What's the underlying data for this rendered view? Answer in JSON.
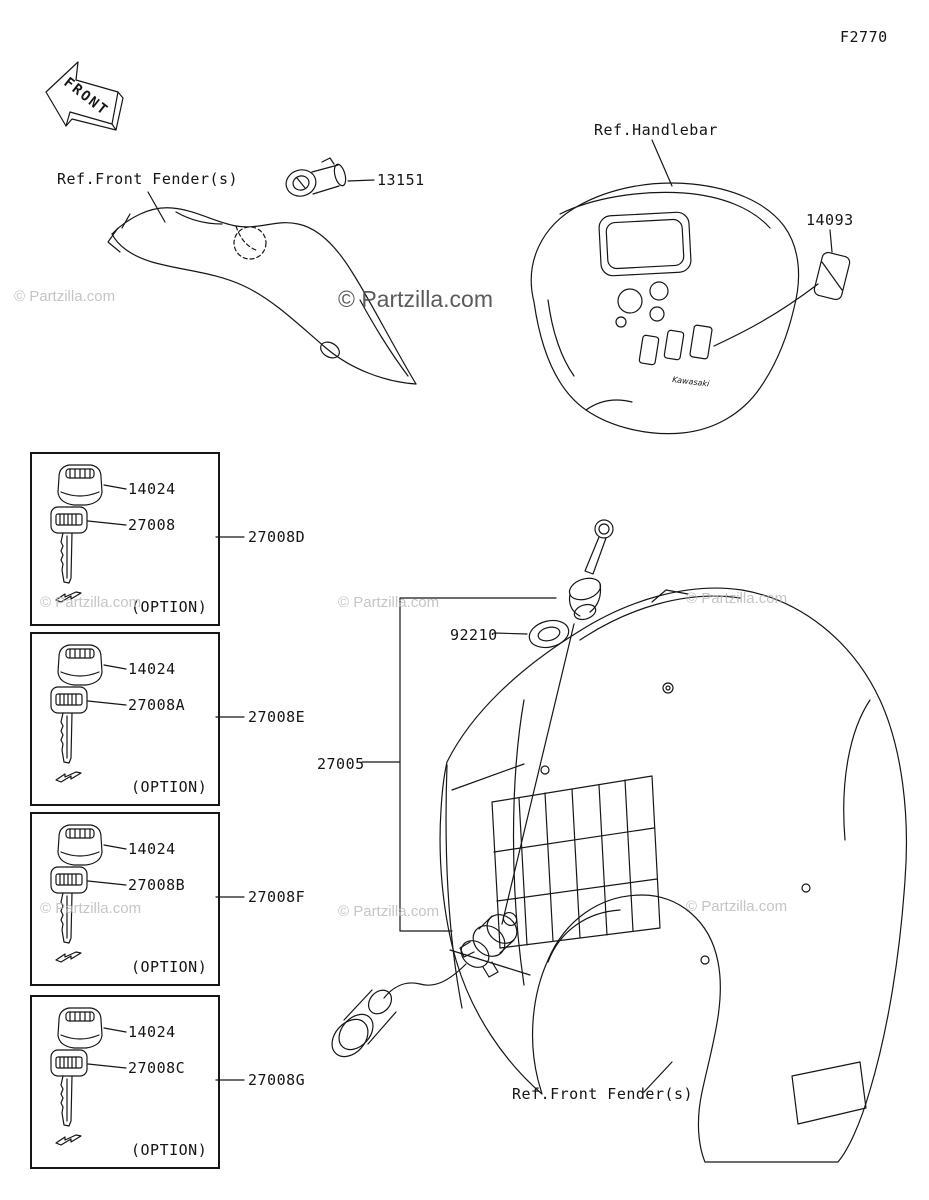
{
  "page": {
    "figure_code": "F2770",
    "watermark": "© Partzilla.com",
    "front_arrow_label": "FRONT",
    "kawasaki_logo": "Kawasaki"
  },
  "refs": {
    "front_fender_top": "Ref.Front Fender(s)",
    "handlebar": "Ref.Handlebar",
    "front_fender_bottom": "Ref.Front Fender(s)"
  },
  "parts": {
    "n13151": "13151",
    "n14093": "14093",
    "n92210": "92210",
    "n27005": "27005"
  },
  "option_boxes": [
    {
      "cap_part": "14024",
      "key_part": "27008",
      "option_label": "(OPTION)",
      "group_part": "27008D"
    },
    {
      "cap_part": "14024",
      "key_part": "27008A",
      "option_label": "(OPTION)",
      "group_part": "27008E"
    },
    {
      "cap_part": "14024",
      "key_part": "27008B",
      "option_label": "(OPTION)",
      "group_part": "27008F"
    },
    {
      "cap_part": "14024",
      "key_part": "27008C",
      "option_label": "(OPTION)",
      "group_part": "27008G"
    }
  ]
}
